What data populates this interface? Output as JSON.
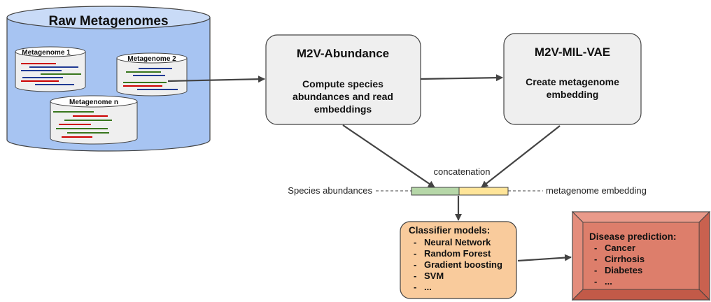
{
  "raw_metagenomes": {
    "title": "Raw Metagenomes",
    "samples": [
      "Metagenome 1",
      "Metagenome 2",
      "Metagenome n"
    ]
  },
  "abundance_box": {
    "title": "M2V-Abundance",
    "body": [
      "Compute species",
      "abundances and read",
      "embeddings"
    ]
  },
  "vae_box": {
    "title": "M2V-MIL-VAE",
    "body": [
      "Create metagenome",
      "embedding"
    ]
  },
  "concat": {
    "label": "concatenation",
    "left_label": "Species abundances",
    "right_label": "metagenome embedding"
  },
  "classifier": {
    "title": "Classifier models:",
    "items": [
      "Neural Network",
      "Random Forest",
      "Gradient boosting",
      "SVM",
      "..."
    ]
  },
  "prediction": {
    "title": "Disease prediction:",
    "items": [
      "Cancer",
      "Cirrhosis",
      "Diabetes",
      "..."
    ]
  },
  "colors": {
    "database_fill": "#a7c4f2",
    "box_fill": "#efefef",
    "abundance_bar": "#b6d7a8",
    "embedding_bar": "#ffe599",
    "classifier_fill": "#f9cb9c",
    "prediction_fill": "#dd7e6b",
    "arrow": "#434343"
  }
}
